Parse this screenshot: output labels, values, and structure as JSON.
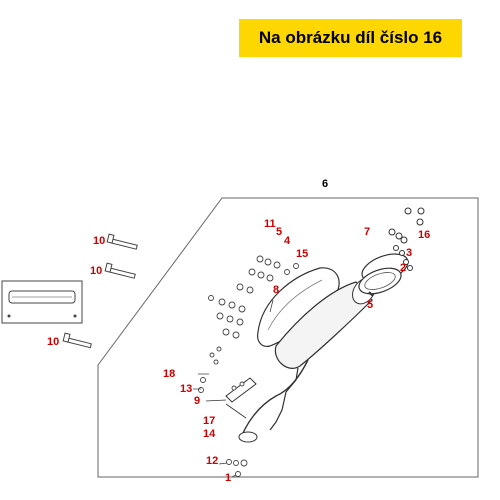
{
  "banner": {
    "text": "Na obrázku díl číslo 16"
  },
  "colors": {
    "banner_bg": "#ffd700",
    "callout_red": "#cc0000",
    "callout_black": "#000000"
  },
  "parts": {
    "p1": "1",
    "p2": "2",
    "p3": "3",
    "p4": "4",
    "p5a": "5",
    "p5b": "5",
    "p6": "6",
    "p7": "7",
    "p8": "8",
    "p9": "9",
    "p10a": "10",
    "p10b": "10",
    "p10c": "10",
    "p11": "11",
    "p12": "12",
    "p13": "13",
    "p14": "14",
    "p15": "15",
    "p16": "16",
    "p17": "17",
    "p18": "18"
  }
}
